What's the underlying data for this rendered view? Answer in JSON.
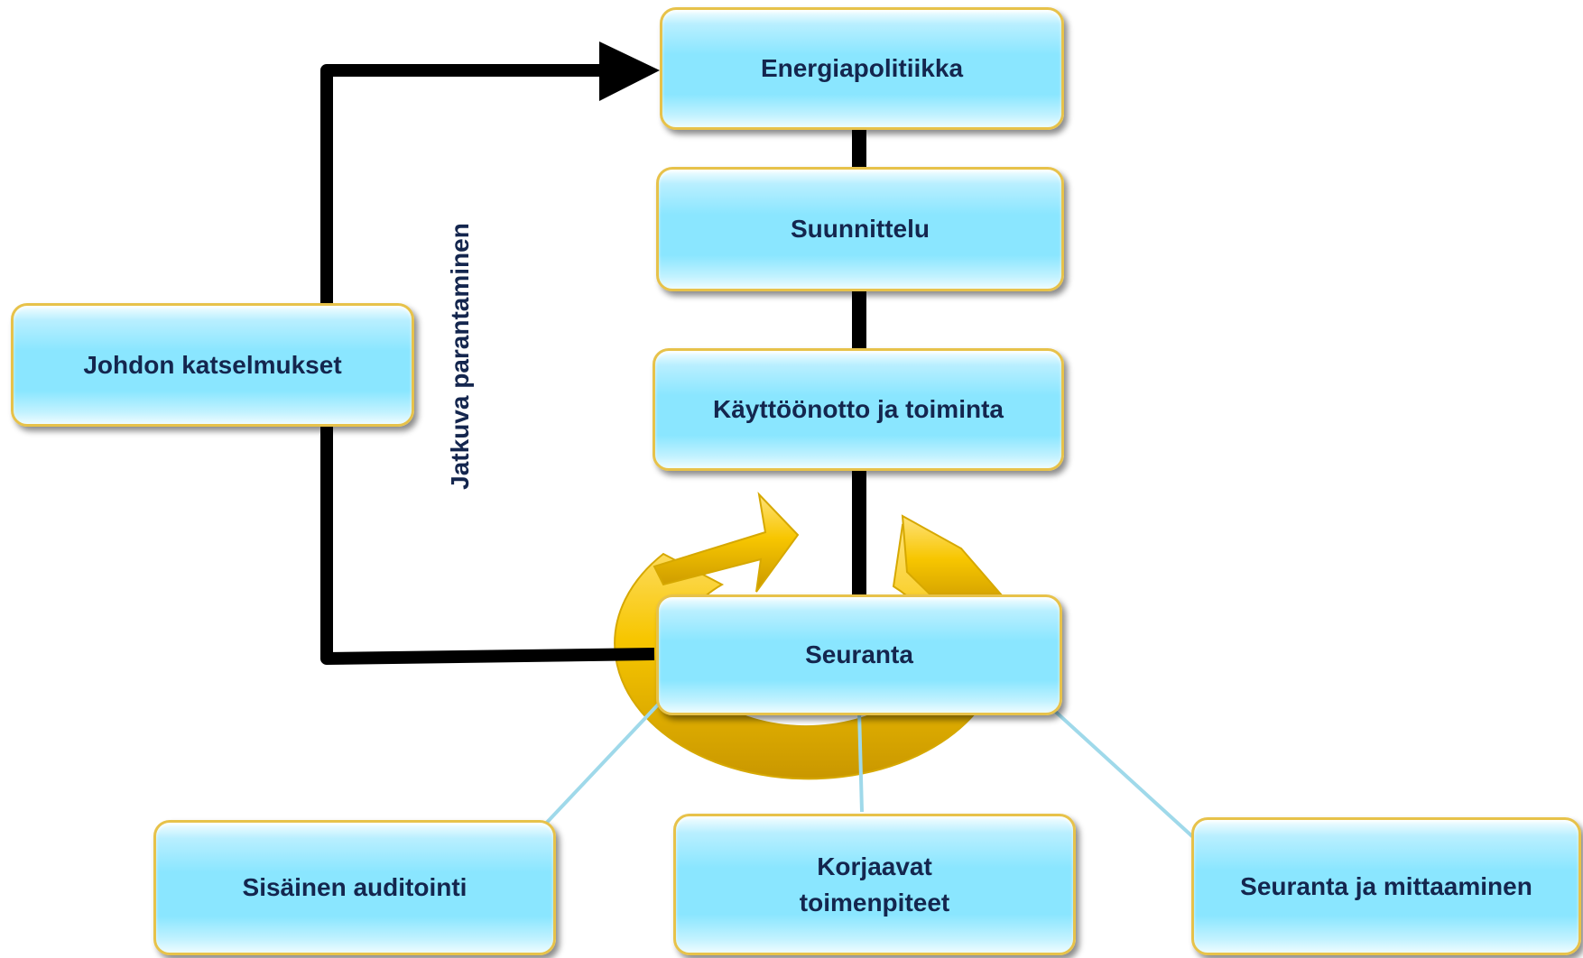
{
  "diagram": {
    "boxes": {
      "energiapolitiikka": "Energiapolitiikka",
      "suunnittelu": "Suunnittelu",
      "kayttoonotto": "Käyttöönotto ja toiminta",
      "seuranta": "Seuranta",
      "johdon_katselmukset": "Johdon katselmukset",
      "sisainen_auditointi": "Sisäinen auditointi",
      "korjaavat_toimenpiteet": "Korjaavat toimenpiteet",
      "seuranta_ja_mittaaminen": "Seuranta ja mittaaminen"
    },
    "loop_label": "Jatkuva parantaminen",
    "colors": {
      "box_fill": "#8ae6ff",
      "box_border": "#e7c24a",
      "text": "#14264e",
      "connector": "#000000",
      "branch_line": "#9fd9ea",
      "cycle_arrow": "#f5c400"
    }
  }
}
